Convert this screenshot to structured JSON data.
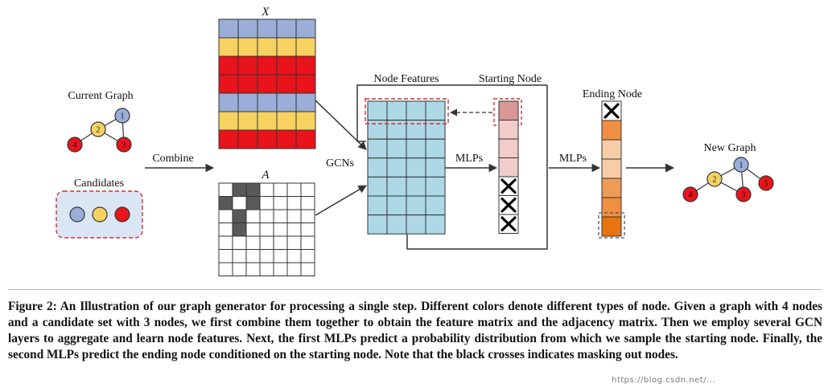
{
  "labels": {
    "x": "X",
    "a": "A",
    "current_graph": "Current Graph",
    "candidates": "Candidates",
    "combine": "Combine",
    "gcns": "GCNs",
    "node_features": "Node Features",
    "starting_node": "Starting Node",
    "mlps1": "MLPs",
    "mlps2": "MLPs",
    "ending_node": "Ending Node",
    "new_graph": "New Graph"
  },
  "current_graph": {
    "nodes": [
      {
        "label": "1",
        "color": "#9aaed8"
      },
      {
        "label": "2",
        "color": "#f7d261"
      },
      {
        "label": "3",
        "color": "#e8131b"
      },
      {
        "label": "4",
        "color": "#e8131b"
      }
    ]
  },
  "new_graph": {
    "nodes": [
      {
        "label": "1",
        "color": "#9aaed8"
      },
      {
        "label": "2",
        "color": "#f7d261"
      },
      {
        "label": "3",
        "color": "#e8131b"
      },
      {
        "label": "4",
        "color": "#e8131b"
      },
      {
        "label": "5",
        "color": "#e8131b"
      }
    ]
  },
  "candidate_colors": [
    "#9aaed8",
    "#f7d261",
    "#e8131b"
  ],
  "feature_matrix_row_colors": [
    "#9aaed8",
    "#f7d261",
    "#e8131b",
    "#e8131b",
    "#9aaed8",
    "#f7d261",
    "#e8131b"
  ],
  "adjacency_filled": [
    [
      0,
      1
    ],
    [
      0,
      2
    ],
    [
      1,
      0
    ],
    [
      1,
      2
    ],
    [
      2,
      1
    ],
    [
      3,
      1
    ]
  ],
  "starting_node": {
    "colors": [
      "#d99795",
      "#f2cbcb",
      "#f2cbcb",
      "#f2cbcb",
      "#f2cbcb",
      "#f2cbcb",
      "#f2cbcb"
    ],
    "masked": [
      false,
      false,
      false,
      false,
      true,
      true,
      true
    ]
  },
  "ending_node": {
    "colors": [
      "#f7cda8",
      "#ef8f43",
      "#f7cda8",
      "#f7cda8",
      "#ef9a55",
      "#ef8f43",
      "#e87311"
    ],
    "masked": [
      true,
      false,
      false,
      false,
      false,
      false,
      false
    ]
  },
  "caption": "Figure 2: An Illustration of our graph generator for processing a single step. Different colors denote different types of node. Given a graph with 4 nodes and a candidate set with 3 nodes, we first combine them together to obtain the feature matrix and the adjacency matrix. Then we employ several GCN layers to aggregate and learn node features. Next, the first MLPs predict a probability distribution from which we sample the starting node. Finally, the second MLPs predict the ending node conditioned on the starting node. Note that the black crosses indicates masking out nodes.",
  "watermark": "https://blog.csdn.net/..."
}
